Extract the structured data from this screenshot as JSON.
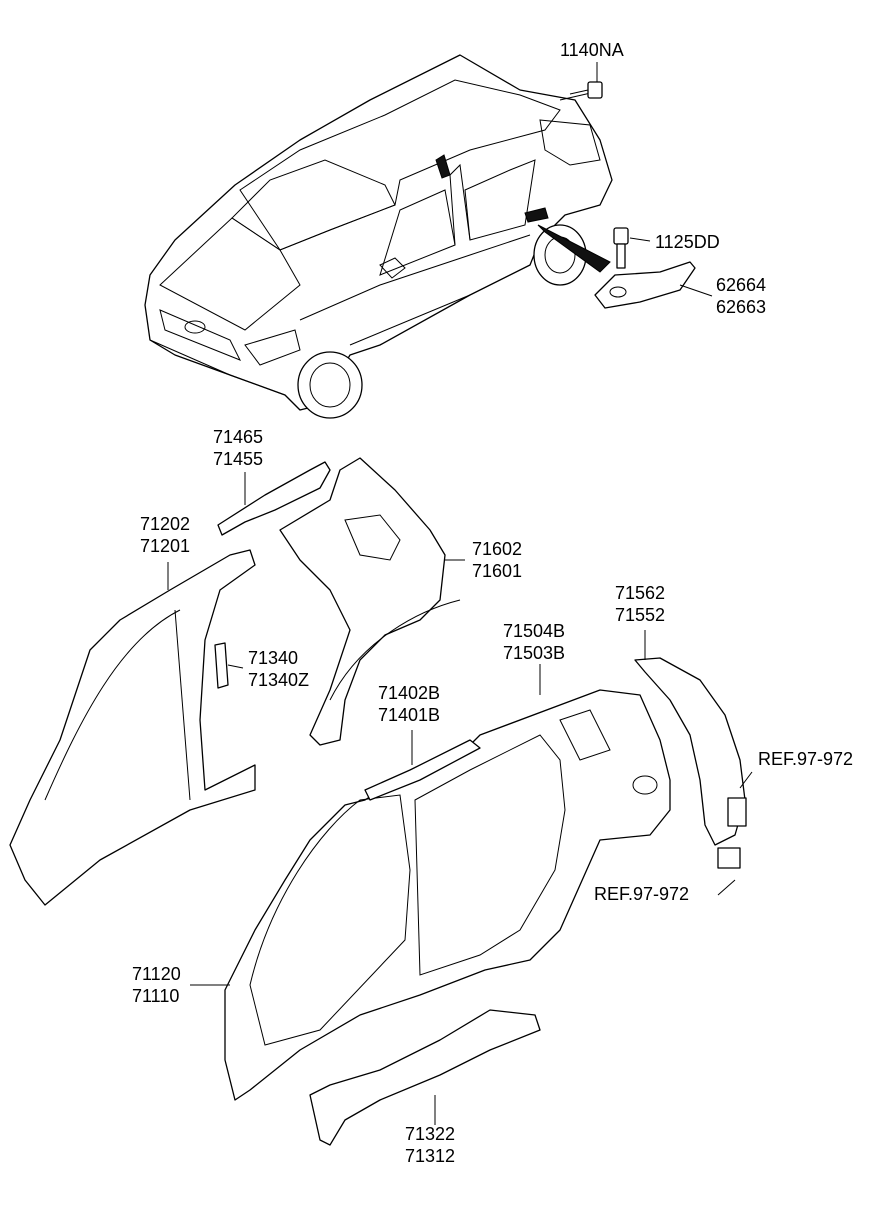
{
  "labels": {
    "p1140NA": "1140NA",
    "p1125DD": "1125DD",
    "p62664": "62664",
    "p62663": "62663",
    "p71465": "71465",
    "p71455": "71455",
    "p71202": "71202",
    "p71201": "71201",
    "p71602": "71602",
    "p71601": "71601",
    "p71562": "71562",
    "p71552": "71552",
    "p71504B": "71504B",
    "p71503B": "71503B",
    "p71340": "71340",
    "p71340Z": "71340Z",
    "p71402B": "71402B",
    "p71401B": "71401B",
    "ref1": "REF.97-972",
    "ref2": "REF.97-972",
    "p71120": "71120",
    "p71110": "71110",
    "p71322": "71322",
    "p71312": "71312"
  }
}
